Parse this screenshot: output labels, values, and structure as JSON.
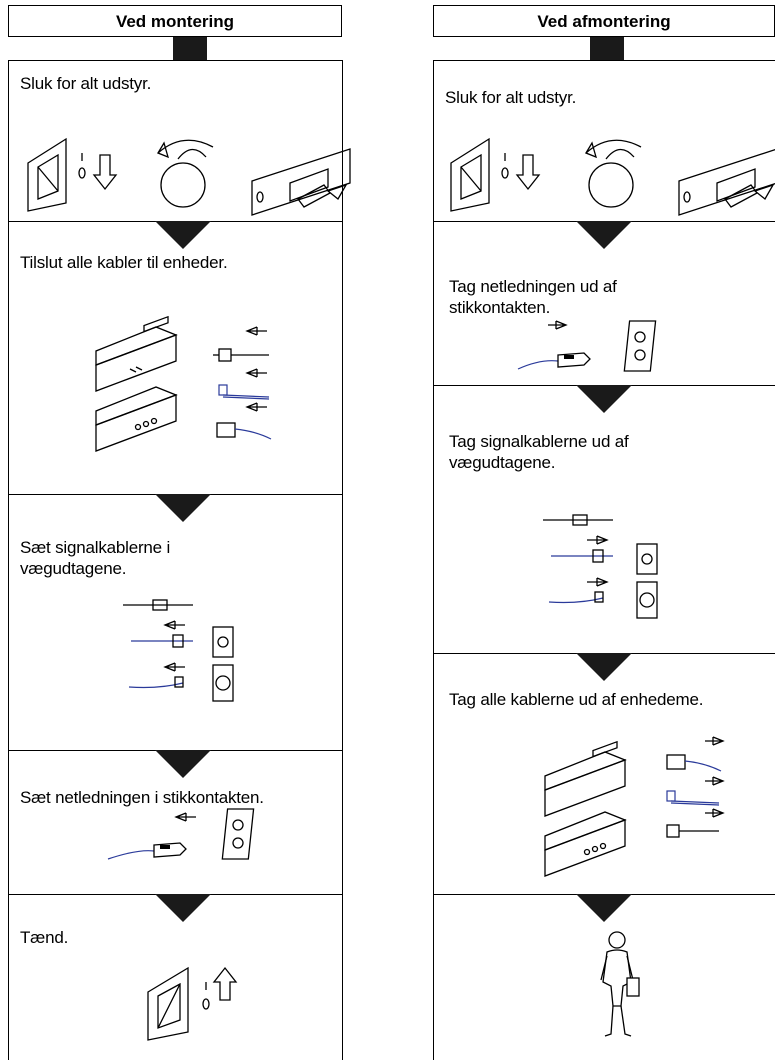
{
  "left": {
    "header": "Ved montering",
    "steps": [
      "Sluk for alt udstyr.",
      "Tilslut alle kabler til enheder.",
      "Sæt signalkablerne i vægudtagene.",
      "Sæt netledningen i stikkontakten.",
      "Tænd."
    ]
  },
  "right": {
    "header": "Ved afmontering",
    "steps": [
      "Sluk for alt udstyr.",
      "Tag netledningen ud af stikkontakten.",
      "Tag signalkablerne ud af vægudtagene.",
      "Tag alle kablerne ud af enhedeme."
    ]
  },
  "icons": {
    "power_off": "power-switch-icon",
    "dial": "rotary-dial-icon",
    "rocker": "rocker-switch-icon",
    "devices": "devices-icon",
    "cables": "cable-connectors-icon",
    "wall_outlets": "wall-outlet-icon",
    "power_cord": "power-cord-icon",
    "person": "person-walking-icon"
  }
}
